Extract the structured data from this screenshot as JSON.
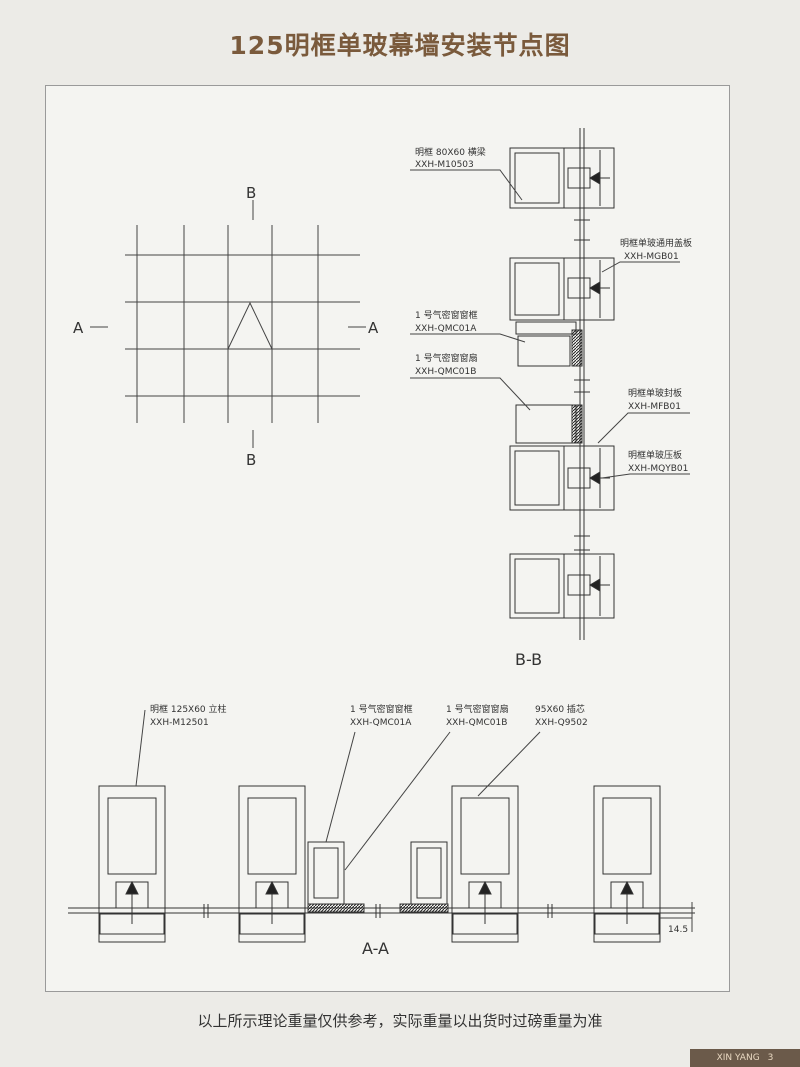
{
  "title": "125明框单玻幕墙安装节点图",
  "grid": {
    "b_top": "B",
    "b_bottom": "B",
    "a_left": "A",
    "a_right": "A"
  },
  "bb": {
    "section_label": "B-B",
    "callouts": [
      {
        "name": "明框 80X60 横梁",
        "code": "XXH-M10503"
      },
      {
        "name": "明框单玻通用盖板",
        "code": "XXH-MGB01"
      },
      {
        "name": "1 号气密窗窗框",
        "code": "XXH-QMC01A"
      },
      {
        "name": "1 号气密窗窗扇",
        "code": "XXH-QMC01B"
      },
      {
        "name": "明框单玻封板",
        "code": "XXH-MFB01"
      },
      {
        "name": "明框单玻压板",
        "code": "XXH-MQYB01"
      }
    ]
  },
  "aa": {
    "section_label": "A-A",
    "dimension": "14.5",
    "callouts": [
      {
        "name": "明框 125X60 立柱",
        "code": "XXH-M12501"
      },
      {
        "name": "1 号气密窗窗框",
        "code": "XXH-QMC01A"
      },
      {
        "name": "1 号气密窗窗扇",
        "code": "XXH-QMC01B"
      },
      {
        "name": "95X60 插芯",
        "code": "XXH-Q9502"
      }
    ]
  },
  "footer": "以上所示理论重量仅供参考，实际重量以出货时过磅重量为准",
  "brand": {
    "name": "XIN YANG",
    "page": "3"
  }
}
